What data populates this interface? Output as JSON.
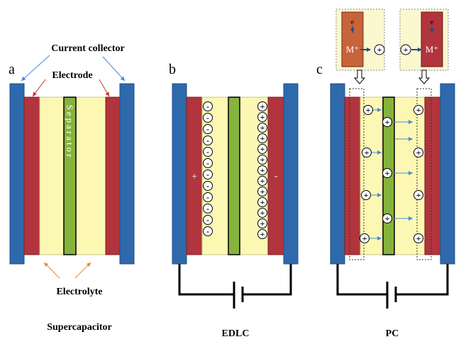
{
  "panels": {
    "a": {
      "letter": "a",
      "label_current_collector": "Current collector",
      "label_electrode": "Electrode",
      "separator_text": "Separator",
      "label_electrolyte": "Electrolyte",
      "caption": "Supercapacitor"
    },
    "b": {
      "letter": "b",
      "plus_sign": "+",
      "minus_sign": "-",
      "neg_ion": "-",
      "pos_ion": "+",
      "caption": "EDLC"
    },
    "c": {
      "letter": "c",
      "electron_left": "e",
      "electron_right": "e",
      "metal_left": "M⁺",
      "metal_right": "M⁺",
      "pos_ion": "+",
      "caption": "PC"
    }
  },
  "colors": {
    "collector": "#2e6aab",
    "electrode": "#b2343c",
    "electrolyte": "#fcf8b4",
    "separator": "#86b33c",
    "wire": "#000000",
    "arrow_blue": "#4a8ad4",
    "arrow_red": "#c0392b",
    "arrow_orange": "#e6883a",
    "metal_left_fill": "#c8643a",
    "metal_right_fill": "#b2343c",
    "inset_bg": "#fbf8cf"
  }
}
